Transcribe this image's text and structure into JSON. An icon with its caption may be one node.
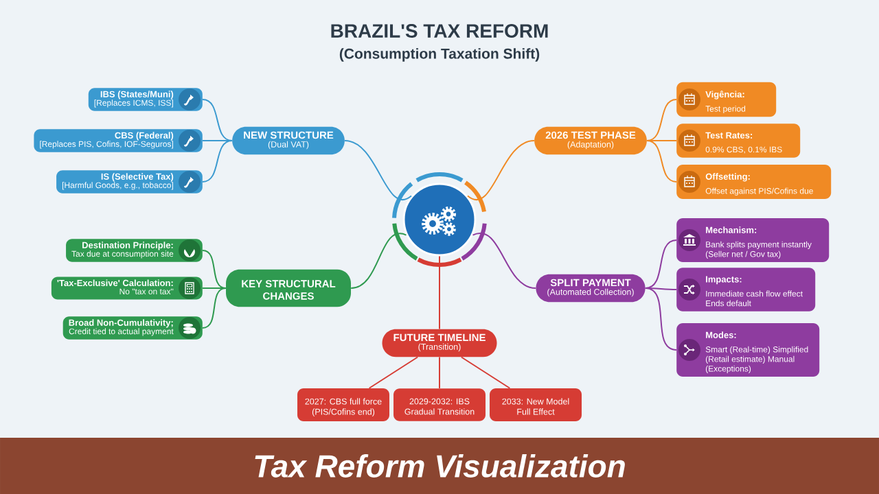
{
  "diagram": {
    "title": "BRAZIL'S TAX REFORM",
    "nodes": [
      {
        "text": [],
        "shape": "circle"
      },
      {
        "text": [
          "NEW STRUCTURE",
          "(Dual VAT)"
        ]
      },
      {
        "text": [
          "IBS (States/Muni)",
          "[Replaces ICMS, ISS]"
        ]
      },
      {
        "text": [
          "CBS (Federal)",
          "[Replaces PIS, Cofins, IOF-Seguros]"
        ]
      },
      {
        "text": [
          "IS (Selective Tax)",
          "[Harmful Goods, e.g., tobacco]"
        ]
      },
      {
        "text": [
          "2026 TEST PHASE",
          "(Adaptation)"
        ]
      },
      {
        "text": [
          "Vigência:",
          "Test period"
        ]
      },
      {
        "text": [
          "Test Rates:",
          "0.9% CBS, 0.1% IBS"
        ]
      },
      {
        "text": [
          "Offsetting:",
          "Offset against PIS/Cofins due"
        ]
      },
      {
        "text": [
          "KEY STRUCTURAL CHANGES"
        ]
      },
      {
        "text": [
          "Destination Principle:",
          "Tax due at consumption site"
        ]
      },
      {
        "text": [
          "'Tax-Exclusive' Calculation:",
          "No \"tax on tax\""
        ]
      },
      {
        "text": [
          "Broad Non-Cumulativity;",
          "Credit tied to actual payment"
        ]
      },
      {
        "text": [
          "SPLIT PAYMENT",
          "(Automated Collection)"
        ]
      },
      {
        "text": [
          "Mechanism:",
          "Bank splits payment instantly (Seller net / Gov tax)"
        ]
      },
      {
        "text": [
          "Impacts:",
          "Immediate cash flow effect Ends default"
        ]
      },
      {
        "text": [
          "Modes:",
          "Smart (Real-time) Simplified (Retail estimate) Manual (Exceptions)"
        ]
      },
      {
        "text": [
          "FUTURE TIMELINE",
          "(Transition)"
        ]
      },
      {
        "text": [
          "2027: CBS full force (PIS/Cofins end)"
        ]
      },
      {
        "text": [
          "2029-2032: IBS Gradual Transition"
        ]
      },
      {
        "text": [
          "2033: New Model Full Effect"
        ]
      }
    ],
    "edges": [
      {
        "from": 0,
        "to": 1,
        "arrow": "none",
        "color": "#3b9ad0"
      },
      {
        "from": 1,
        "to": 2,
        "arrow": "none",
        "color": "#3b9ad0"
      },
      {
        "from": 1,
        "to": 3,
        "arrow": "none",
        "color": "#3b9ad0"
      },
      {
        "from": 1,
        "to": 4,
        "arrow": "none",
        "color": "#3b9ad0"
      },
      {
        "from": 0,
        "to": 5,
        "arrow": "none",
        "color": "#f08a24"
      },
      {
        "from": 5,
        "to": 6,
        "arrow": "none",
        "color": "#f08a24"
      },
      {
        "from": 5,
        "to": 7,
        "arrow": "none",
        "color": "#f08a24"
      },
      {
        "from": 5,
        "to": 8,
        "arrow": "none",
        "color": "#f08a24"
      },
      {
        "from": 0,
        "to": 9,
        "arrow": "none",
        "color": "#2f9a50"
      },
      {
        "from": 9,
        "to": 10,
        "arrow": "none",
        "color": "#2f9a50"
      },
      {
        "from": 9,
        "to": 11,
        "arrow": "none",
        "color": "#2f9a50"
      },
      {
        "from": 9,
        "to": 12,
        "arrow": "none",
        "color": "#2f9a50"
      },
      {
        "from": 0,
        "to": 13,
        "arrow": "none",
        "color": "#8e3c9f"
      },
      {
        "from": 13,
        "to": 14,
        "arrow": "none",
        "color": "#8e3c9f"
      },
      {
        "from": 13,
        "to": 15,
        "arrow": "none",
        "color": "#8e3c9f"
      },
      {
        "from": 13,
        "to": 16,
        "arrow": "none",
        "color": "#8e3c9f"
      },
      {
        "from": 0,
        "to": 17,
        "arrow": "none",
        "color": "#d63c34"
      },
      {
        "from": 17,
        "to": 18,
        "arrow": "none",
        "color": "#d63c34"
      },
      {
        "from": 17,
        "to": 19,
        "arrow": "none",
        "color": "#d63c34"
      },
      {
        "from": 17,
        "to": 20,
        "arrow": "none",
        "color": "#d63c34"
      }
    ],
    "labels": [
      "(Consumption Taxation Shift)",
      "Tax Reform Visualization"
    ]
  }
}
